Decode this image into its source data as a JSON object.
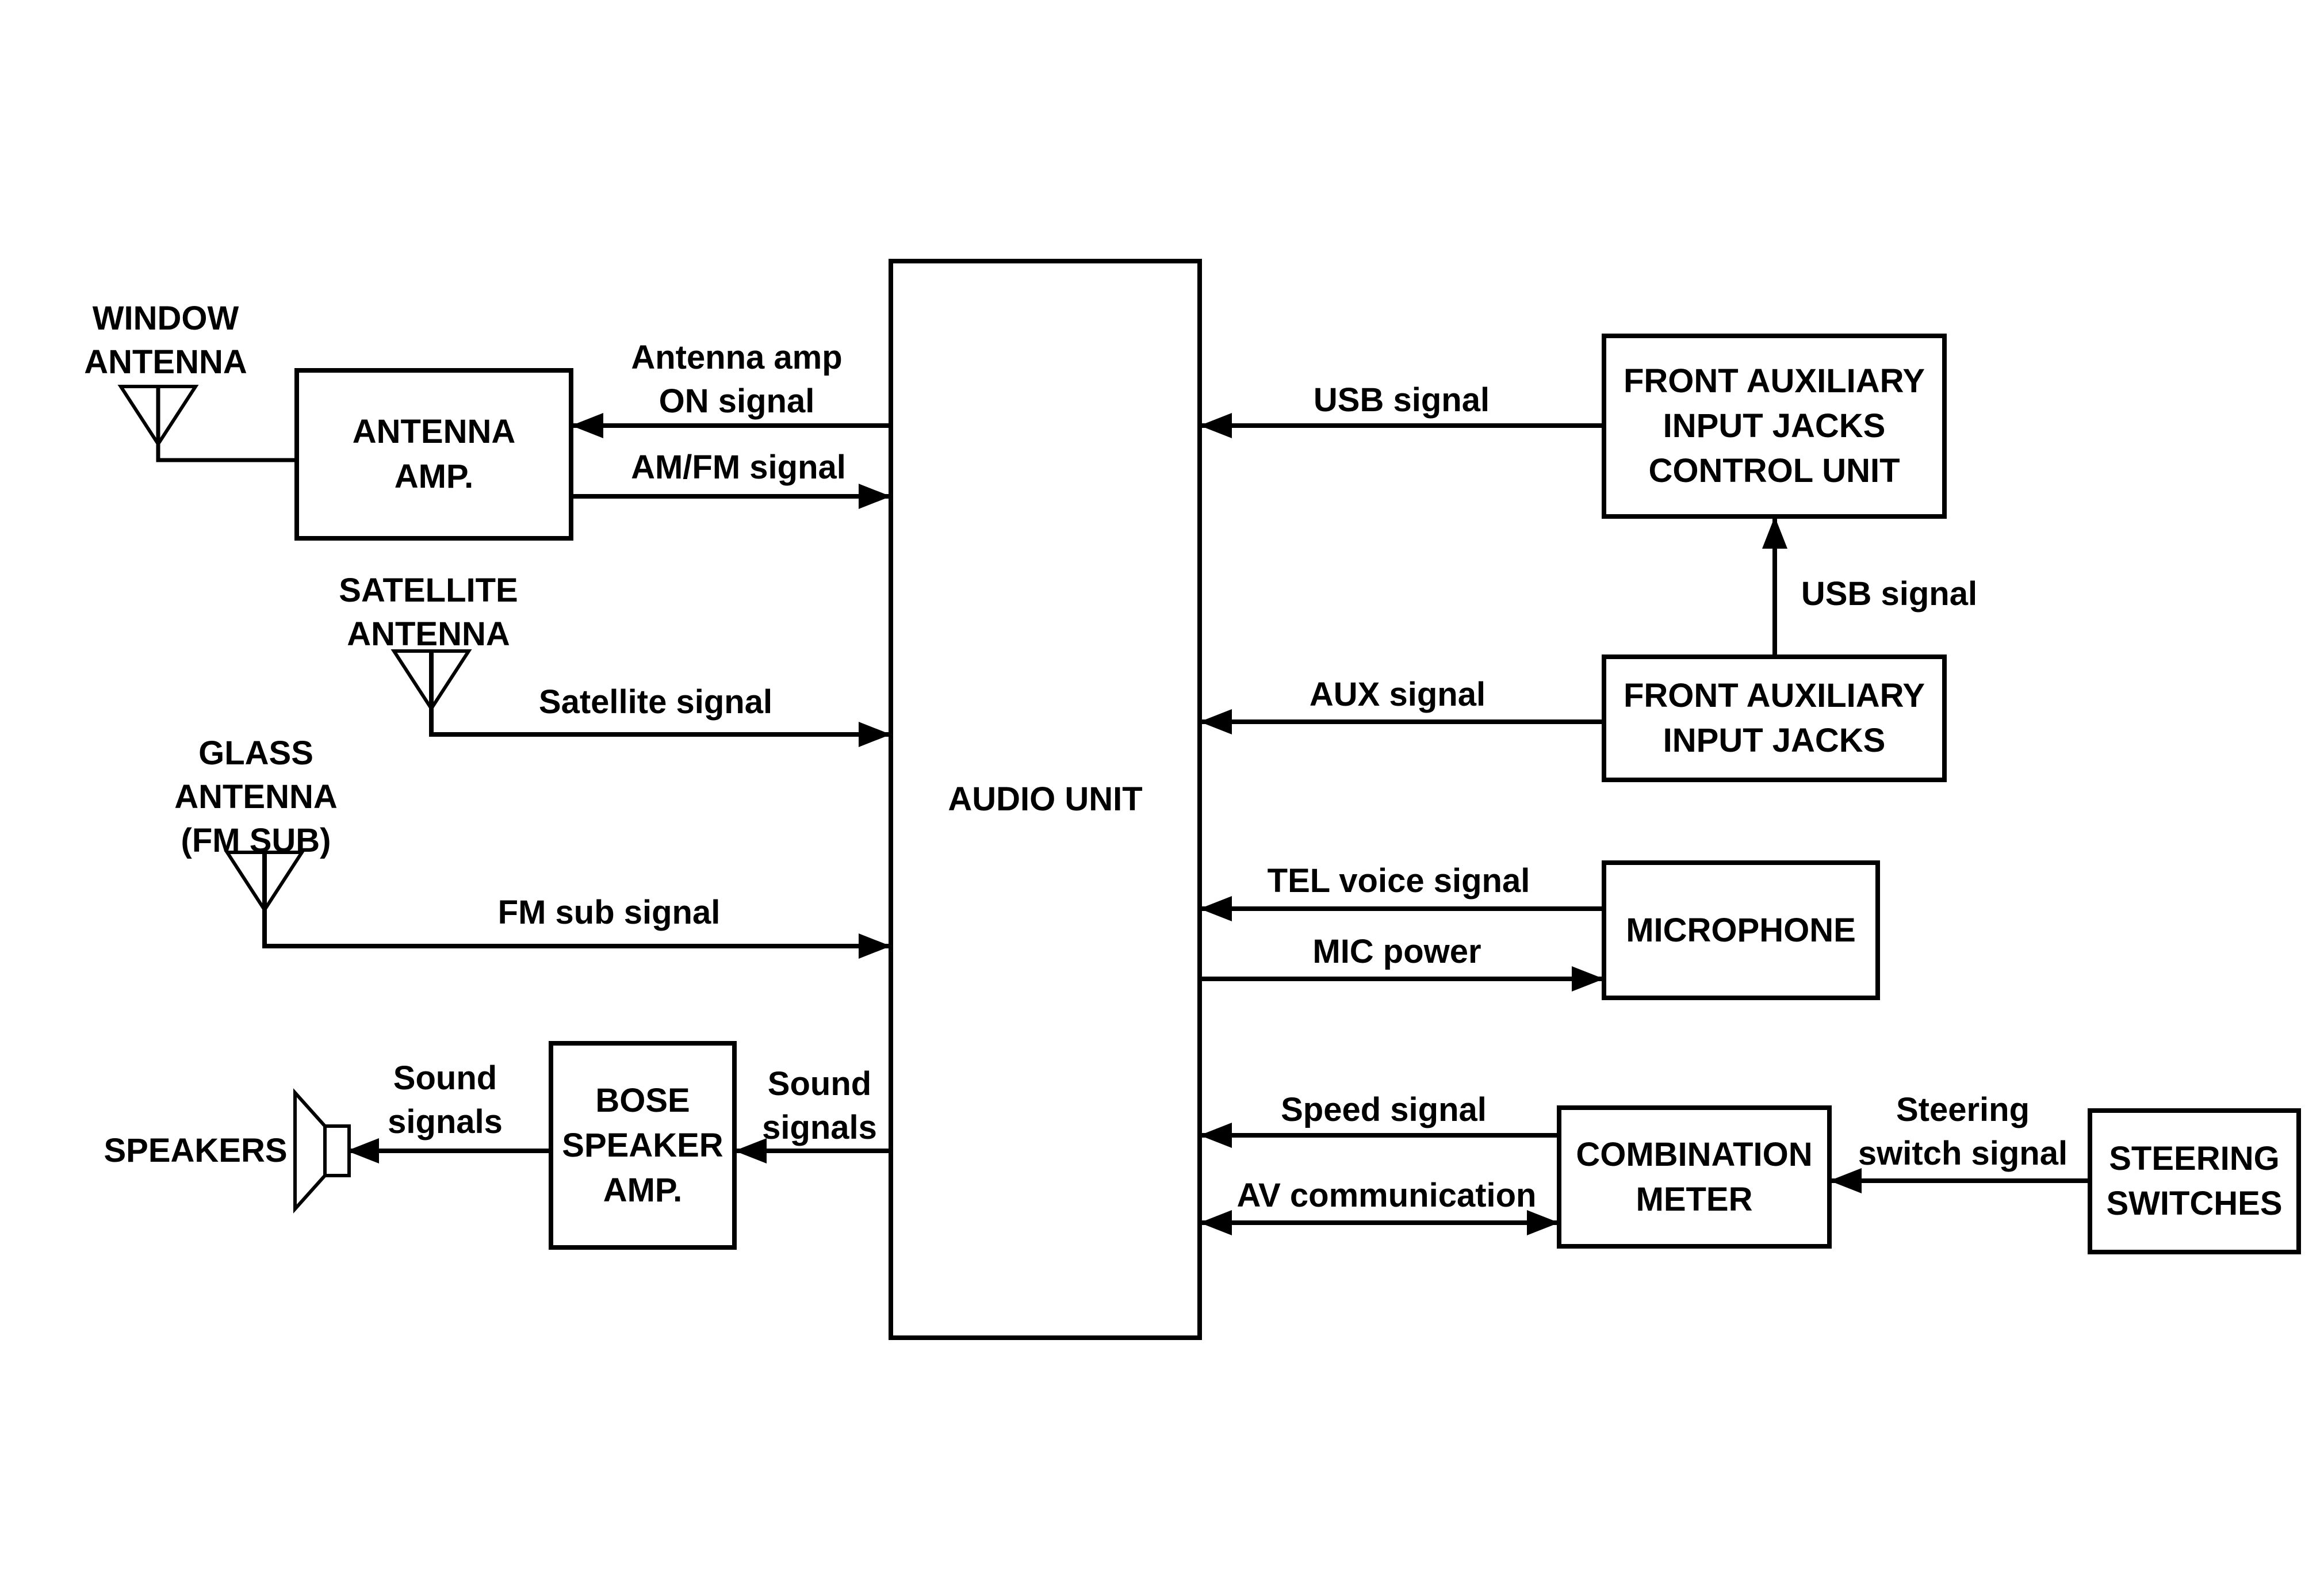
{
  "colors": {
    "line": "#000000",
    "background": "#ffffff",
    "box_fill": "#ffffff",
    "text": "#000000"
  },
  "icons": {
    "antenna": "antenna-icon (inverted triangle with mast)",
    "speaker": "speaker-cone-icon"
  },
  "boxes": {
    "audio_unit": {
      "lines": [
        "AUDIO UNIT"
      ]
    },
    "antenna_amp": {
      "lines": [
        "ANTENNA",
        "AMP."
      ]
    },
    "front_aux_control": {
      "lines": [
        "FRONT AUXILIARY",
        "INPUT JACKS",
        "CONTROL UNIT"
      ]
    },
    "front_aux_jacks": {
      "lines": [
        "FRONT AUXILIARY",
        "INPUT JACKS"
      ]
    },
    "microphone": {
      "lines": [
        "MICROPHONE"
      ]
    },
    "combination_meter": {
      "lines": [
        "COMBINATION",
        "METER"
      ]
    },
    "steering_switches": {
      "lines": [
        "STEERING",
        "SWITCHES"
      ]
    },
    "bose_amp": {
      "lines": [
        "BOSE",
        "SPEAKER",
        "AMP."
      ]
    }
  },
  "antennas": {
    "window": {
      "lines": [
        "WINDOW",
        "ANTENNA"
      ]
    },
    "satellite": {
      "lines": [
        "SATELLITE",
        "ANTENNA"
      ]
    },
    "glass": {
      "lines": [
        "GLASS",
        "ANTENNA",
        "(FM SUB)"
      ]
    }
  },
  "speakers": {
    "label": "SPEAKERS"
  },
  "signals": {
    "antenna_amp_on": {
      "lines": [
        "Antenna amp",
        "ON signal"
      ]
    },
    "am_fm": {
      "lines": [
        "AM/FM signal"
      ]
    },
    "satellite": {
      "lines": [
        "Satellite signal"
      ]
    },
    "fm_sub": {
      "lines": [
        "FM sub signal"
      ]
    },
    "usb_top": {
      "lines": [
        "USB signal"
      ]
    },
    "usb_vertical": {
      "lines": [
        "USB signal"
      ]
    },
    "aux": {
      "lines": [
        "AUX signal"
      ]
    },
    "tel_voice": {
      "lines": [
        "TEL voice signal"
      ]
    },
    "mic_power": {
      "lines": [
        "MIC power"
      ]
    },
    "speed": {
      "lines": [
        "Speed signal"
      ]
    },
    "av_comm": {
      "lines": [
        "AV communication"
      ]
    },
    "steering": {
      "lines": [
        "Steering",
        "switch signal"
      ]
    },
    "sound_right": {
      "lines": [
        "Sound",
        "signals"
      ]
    },
    "sound_left": {
      "lines": [
        "Sound",
        "signals"
      ]
    }
  }
}
